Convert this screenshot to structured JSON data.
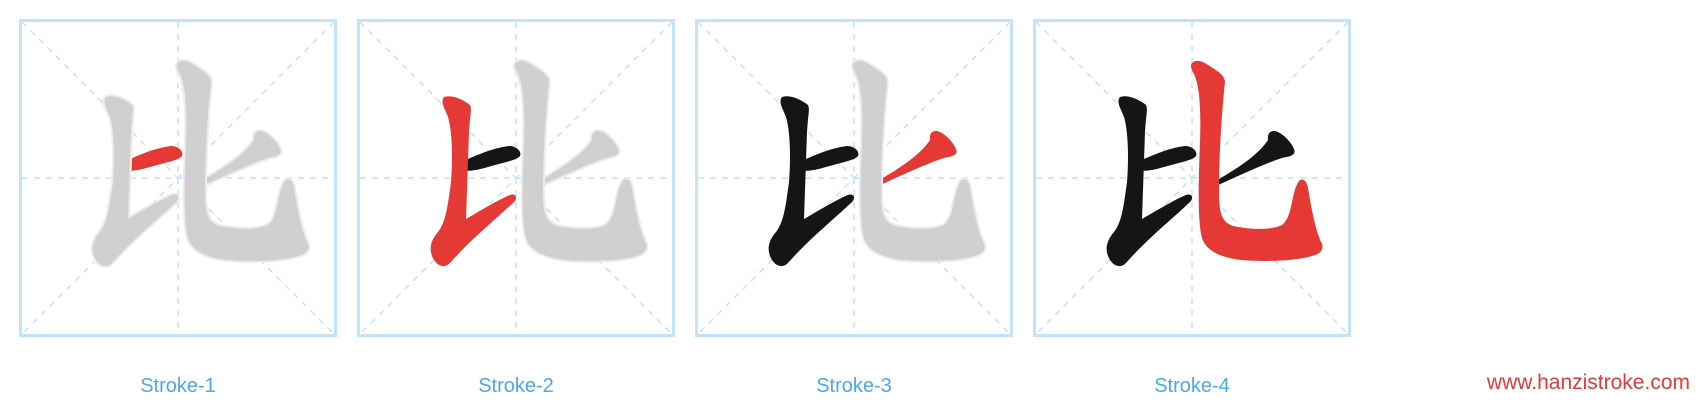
{
  "character": "比",
  "colors": {
    "current": "#e53935",
    "done": "#151515",
    "pending": "#d0d0d0",
    "grid": "#c3e3fb",
    "label": "#4aa8f0"
  },
  "steps": [
    {
      "label": "Stroke-1",
      "states": [
        "current",
        "pending",
        "pending",
        "pending"
      ]
    },
    {
      "label": "Stroke-2",
      "states": [
        "done",
        "current",
        "pending",
        "pending"
      ]
    },
    {
      "label": "Stroke-3",
      "states": [
        "done",
        "done",
        "current",
        "pending"
      ]
    },
    {
      "label": "Stroke-4",
      "states": [
        "done",
        "done",
        "done",
        "current"
      ]
    }
  ],
  "footer": {
    "site": "www.hanzistroke.com"
  }
}
